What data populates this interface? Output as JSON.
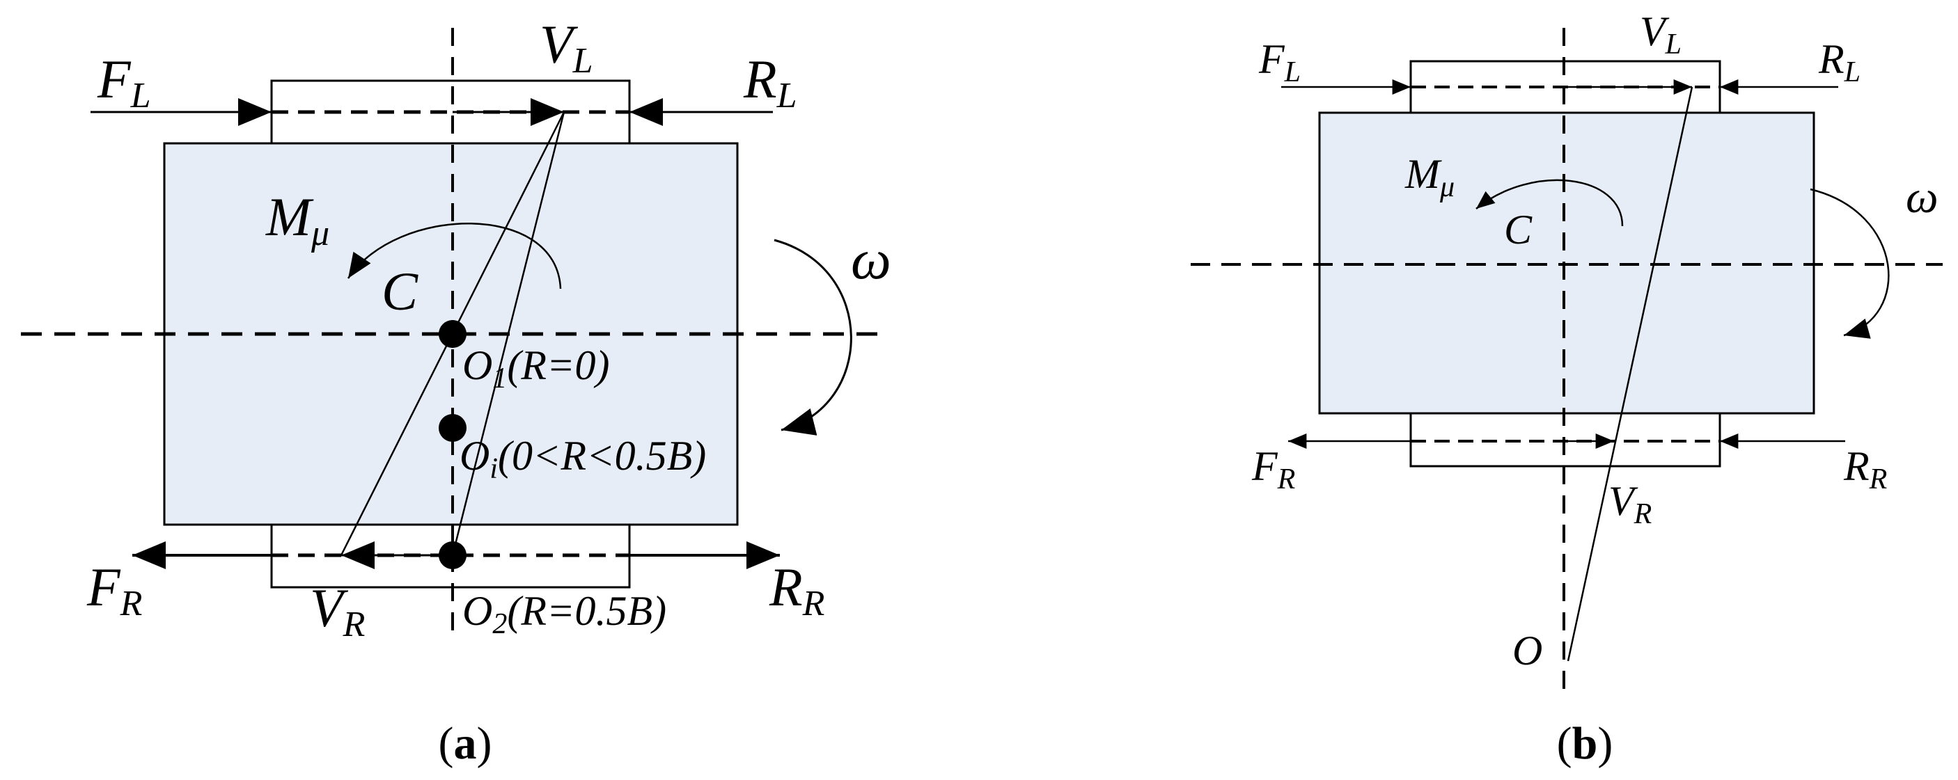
{
  "colors": {
    "body_fill": "#e6edf6",
    "stroke": "#000000",
    "background": "#ffffff"
  },
  "panel_a": {
    "caption_open": "(",
    "caption_letter": "a",
    "caption_close": ")",
    "labels": {
      "FL_main": "F",
      "FL_sub": "L",
      "RL_main": "R",
      "RL_sub": "L",
      "VL_main": "V",
      "VL_sub": "L",
      "FR_main": "F",
      "FR_sub": "R",
      "RR_main": "R",
      "RR_sub": "R",
      "VR_main": "V",
      "VR_sub": "R",
      "M_main": "M",
      "M_sub": "μ",
      "C": "C",
      "omega": "ω",
      "O1_main": "O",
      "O1_sub": "1",
      "O1_cond": "(R=0)",
      "Oi_main": "O",
      "Oi_sub": "i",
      "Oi_cond": "(0<R<0.5B)",
      "O2_main": "O",
      "O2_sub": "2",
      "O2_cond": "(R=0.5B)"
    }
  },
  "panel_b": {
    "caption_open": "(",
    "caption_letter": "b",
    "caption_close": ")",
    "labels": {
      "FL_main": "F",
      "FL_sub": "L",
      "RL_main": "R",
      "RL_sub": "L",
      "VL_main": "V",
      "VL_sub": "L",
      "FR_main": "F",
      "FR_sub": "R",
      "RR_main": "R",
      "RR_sub": "R",
      "VR_main": "V",
      "VR_sub": "R",
      "M_main": "M",
      "M_sub": "μ",
      "C": "C",
      "omega": "ω",
      "O": "O"
    }
  }
}
